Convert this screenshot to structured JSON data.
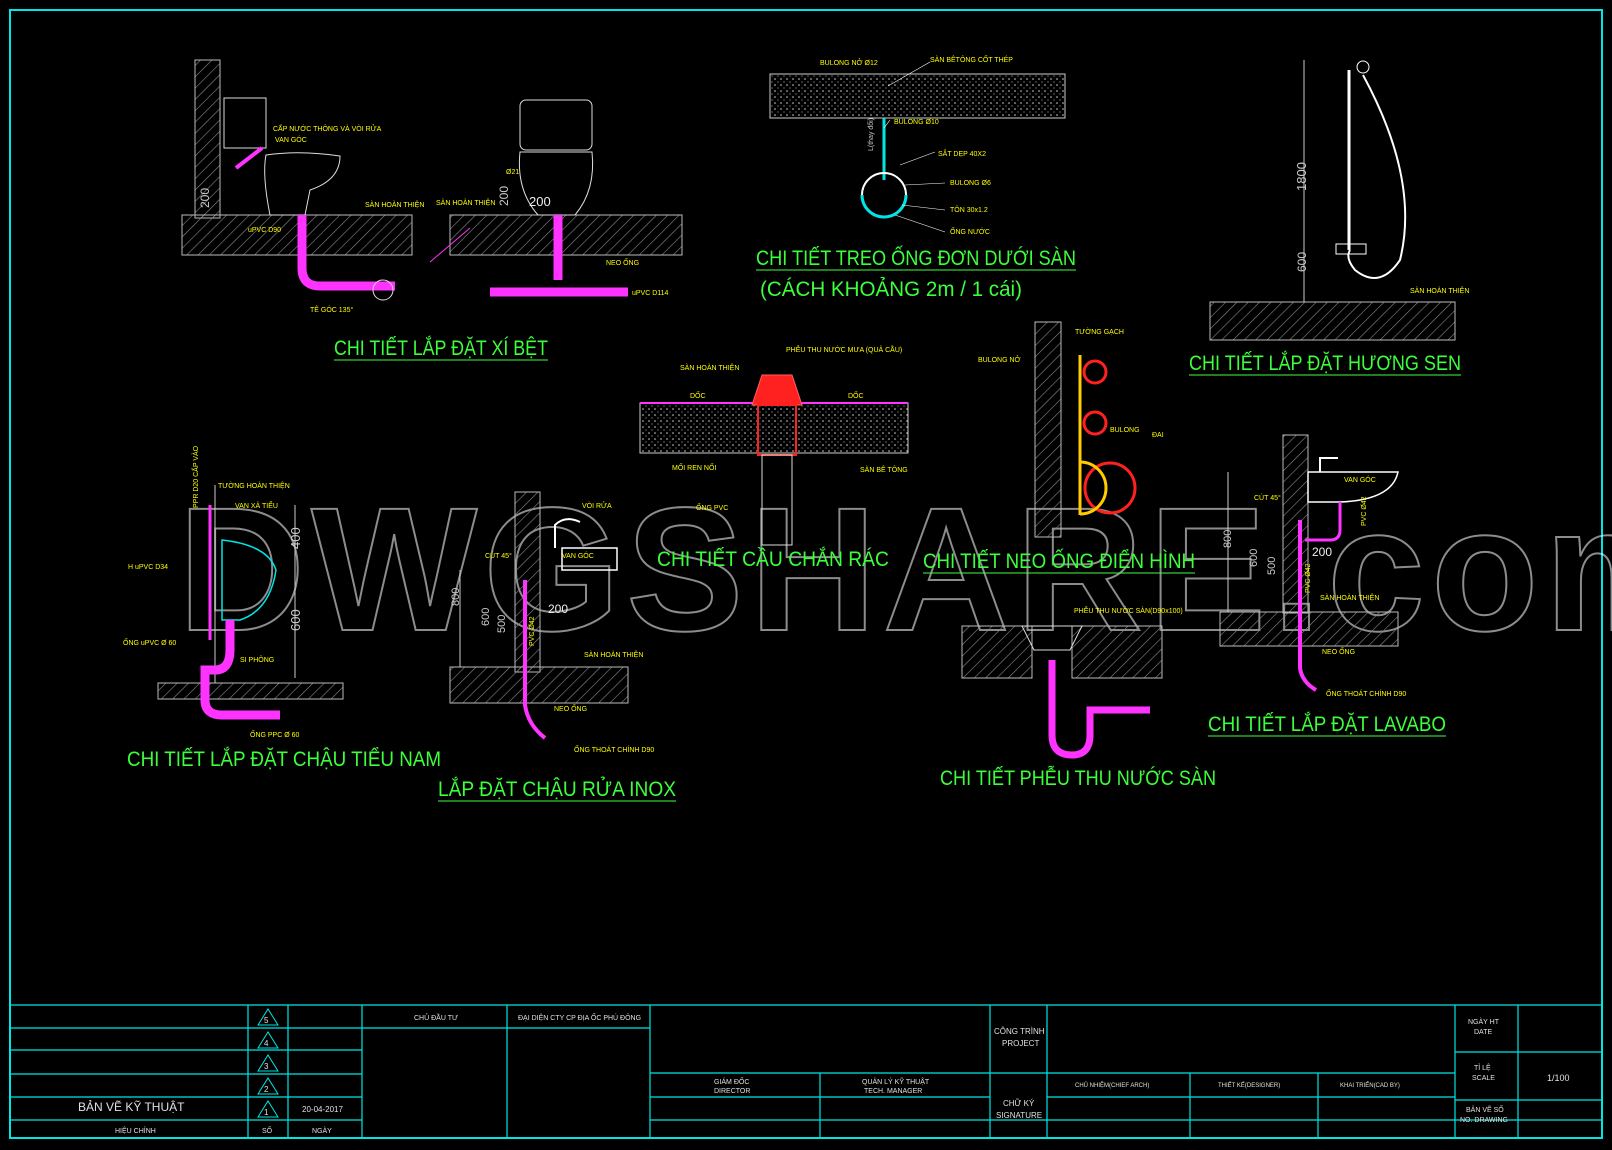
{
  "titles": {
    "xi_bet": "CHI TIẾT LẮP ĐẶT XÍ BỆT",
    "treo_ong_1": "CHI TIẾT TREO ỐNG ĐƠN DƯỚI SÀN",
    "treo_ong_2": "(CÁCH KHOẢNG 2m / 1 cái)",
    "huong_sen": "CHI TIẾT LẮP ĐẶT HƯƠNG SEN",
    "cau_chan_rac": "CHI TIẾT CẦU CHẮN RÁC",
    "neo_ong": "CHI TIẾT NEO ỐNG ĐIỂN HÌNH",
    "chau_tieu": "CHI TIẾT LẮP ĐẶT CHẬU TIỂU NAM",
    "chau_rua": "LẮP ĐẶT CHẬU RỬA INOX",
    "pheu_thu": "CHI TIẾT PHỄU THU NƯỚC SÀN",
    "lavabo": "CHI TIẾT LẮP ĐẶT LAVABO"
  },
  "watermark": "DWGSHARE.com",
  "labels": {
    "xb_l1": "CẤP NƯỚC THÔNG VÀ VÒI RỬA",
    "xb_l2": "VAN GÓC",
    "xb_l3": "SÀN HOÀN THIỆN",
    "xb_l4": "SÀN HOÀN THIỆN",
    "xb_l5": "uPVC D90",
    "xb_l6": "NEO ỐNG",
    "xb_l7": "uPVC D114",
    "xb_l8": "TÊ GÓC 135°",
    "xb_l9": "Ø21",
    "tr_l1": "BULONG NỞ Ø12",
    "tr_l2": "SÀN BÊTÔNG CỐT THÉP",
    "tr_l3": "BULONG Ø10",
    "tr_l4": "SẮT DẸP 40X2",
    "tr_l5": "BULONG Ø6",
    "tr_l6": "TÔN 30x1.2",
    "tr_l7": "ỐNG NƯỚC",
    "tr_l8": "L(thay đổi)",
    "hs_l1": "SÀN HOÀN THIỆN",
    "cr_l1": "PHỄU THU NƯỚC MƯA (QUẢ CẦU)",
    "cr_l2": "SÀN HOÀN THIỆN",
    "cr_l3": "DỐC",
    "cr_l4": "DỐC",
    "cr_l5": "MỐI REN NỐI",
    "cr_l6": "SÀN BÊ TÔNG",
    "cr_l7": "ỐNG PVC",
    "no_l1": "TƯỜNG GẠCH",
    "no_l2": "BULONG NỞ",
    "no_l3": "BULONG",
    "no_l4": "ĐAI",
    "ct_l1": "TƯỜNG HOÀN THIỆN",
    "ct_l2": "VAN XẢ TIỂU",
    "ct_l3": "PPR D20 CẤP VÀO",
    "ct_l4": "H uPVC D34",
    "ct_l5": "ỐNG uPVC Ø 60",
    "ct_l6": "SI PHÔNG",
    "ct_l7": "ỐNG PPC Ø 60",
    "cr2_l1": "VÒI RỬA",
    "cr2_l2": "CÚT 45°",
    "cr2_l3": "VAN GÓC",
    "cr2_l4": "SÀN HOÀN THIỆN",
    "cr2_l5": "NEO ỐNG",
    "cr2_l6": "ỐNG THOÁT CHÍNH D90",
    "cr2_l7": "PVC Ø42",
    "pt_l1": "PHỄU THU NƯỚC SÀN(D90x100)",
    "lv_l1": "VAN GÓC",
    "lv_l2": "CÚT 45°",
    "lv_l3": "PVC Ø42",
    "lv_l4": "SÀN HOÀN THIỆN",
    "lv_l5": "NEO ỐNG",
    "lv_l6": "ỐNG THOÁT CHÍNH D90",
    "lv_l7": "PVC Ø42"
  },
  "dims": {
    "xb_200a": "200",
    "xb_200b": "200",
    "xb_200c": "200",
    "hs_1800": "1800",
    "hs_600": "600",
    "ct_400": "400",
    "ct_600": "600",
    "cr2_800": "800",
    "cr2_600": "600",
    "cr2_500": "500",
    "cr2_200": "200",
    "lv_800": "800",
    "lv_600": "600",
    "lv_500": "500",
    "lv_200": "200"
  },
  "title_block": {
    "rev_nums": [
      "5",
      "4",
      "3",
      "2",
      "1"
    ],
    "rev_date": "20-04-2017",
    "doc_name": "BẢN VẼ KỸ THUẬT",
    "hieu_chinh": "HIỆU CHỈNH",
    "so": "SỐ",
    "ngay": "NGÀY",
    "chu_dau_tu": "CHỦ ĐẦU TƯ",
    "dai_dien": "ĐẠI DIỆN CTY CP ĐỊA ỐC PHÚ ĐÔNG",
    "cong_trinh": "CÔNG TRÌNH",
    "project": "PROJECT",
    "giam_doc": "GIÁM ĐỐC",
    "director": "DIRECTOR",
    "quan_ly": "QUẢN LÝ KỸ THUẬT",
    "tech_manager": "TECH. MANAGER",
    "chu_ky": "CHỮ KÝ",
    "signature": "SIGNATURE",
    "chu_nhiem": "CHỦ NHIỆM(CHIEF ARCH)",
    "thiet_ke": "THIẾT KẾ(DESIGNER)",
    "khai_trien": "KHAI TRIỂN(CAD BY)",
    "ngay_ht": "NGÀY HT",
    "date": "DATE",
    "ti_le": "TỈ LỆ",
    "scale": "SCALE",
    "scale_value": "1/100",
    "ban_ve_so": "BẢN VẼ SỐ",
    "no_drawing": "NO. DRAWING"
  },
  "colors": {
    "frame": "#00e5e5",
    "title": "#3cff3c",
    "hatch": "#9a9a9a",
    "pipe": "#ff33ff",
    "label": "#ffff00",
    "red": "#ff2020"
  }
}
